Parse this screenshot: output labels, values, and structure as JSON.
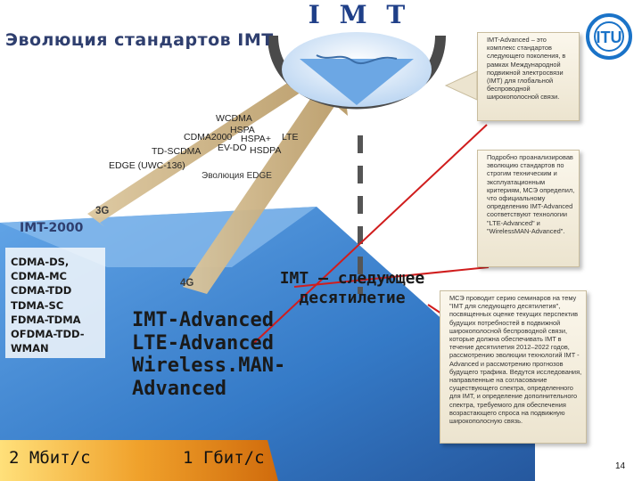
{
  "header": {
    "title": "Эволюция стандартов IMT",
    "logo_text": "I M T"
  },
  "callouts": {
    "note1": "IMT-Advanced – это комплекс стандартов следующего поколения, в рамках Международной подвижной электросвязи (IMT) для глобальной беспроводной широкополосной связи.",
    "note2": "Подробно проанализировав эволюцию стандартов по строгим техническим и эксплуатационным критериям, МСЭ определил, что официальному определению IMT-Advanced соответствуют технологии \"LTE-Advanced\" и \"WirelessMAN-Advanced\".",
    "note3": "МСЭ проводит серию семинаров на тему \"IMT для следующего десятилетия\", посвященных оценке текущих перспектив будущих потребностей в подвижной широкополосной беспроводной связи, которые должна обеспечивать IMT в течение десятилетия 2012–2022 годов, рассмотрению эволюции технологий IMT -Advanced и рассмотрению прогнозов будущего трафика. Ведутся исследования, направленные на согласование существующего спектра, определенного для IMT, и определение дополнительного спектра, требуемого для обеспечения возрастающего спроса на подвижную широкополосную связь."
  },
  "technologies": {
    "wcdma": "WCDMA",
    "cdma2000": "CDMA2000",
    "hspa": "HSPA",
    "hspaplus": "HSPA+",
    "lte": "LTE",
    "evdo": "EV-DO",
    "hsdpa": "HSDPA",
    "tdscdma": "TD-SCDMA",
    "edge": "EDGE (UWC-136)",
    "edge_evolution": "Эволюция EDGE"
  },
  "generations": {
    "g3": "3G",
    "g4": "4G"
  },
  "imt2000": {
    "title": "IMT-2000",
    "items": [
      "CDMA-DS,",
      "CDMA-MC",
      "CDMA-TDD",
      "TDMA-SC",
      "FDMA-TDMA",
      "OFDMA-TDD-",
      "WMAN"
    ]
  },
  "next_decade": [
    "IMT – следующее",
    "десятилетие"
  ],
  "advanced": [
    "IMT-Advanced",
    "LTE-Advanced",
    "Wireless.MAN-",
    "Advanced"
  ],
  "speeds": {
    "low": "2 Мбит/с",
    "high": "1 Гбит/с"
  },
  "page_number": "14",
  "colors": {
    "title": "#2f3f6f",
    "arrow": "#c7ad80",
    "blue_field": "#2a73c4",
    "speed_bar": "#f0a12b"
  }
}
